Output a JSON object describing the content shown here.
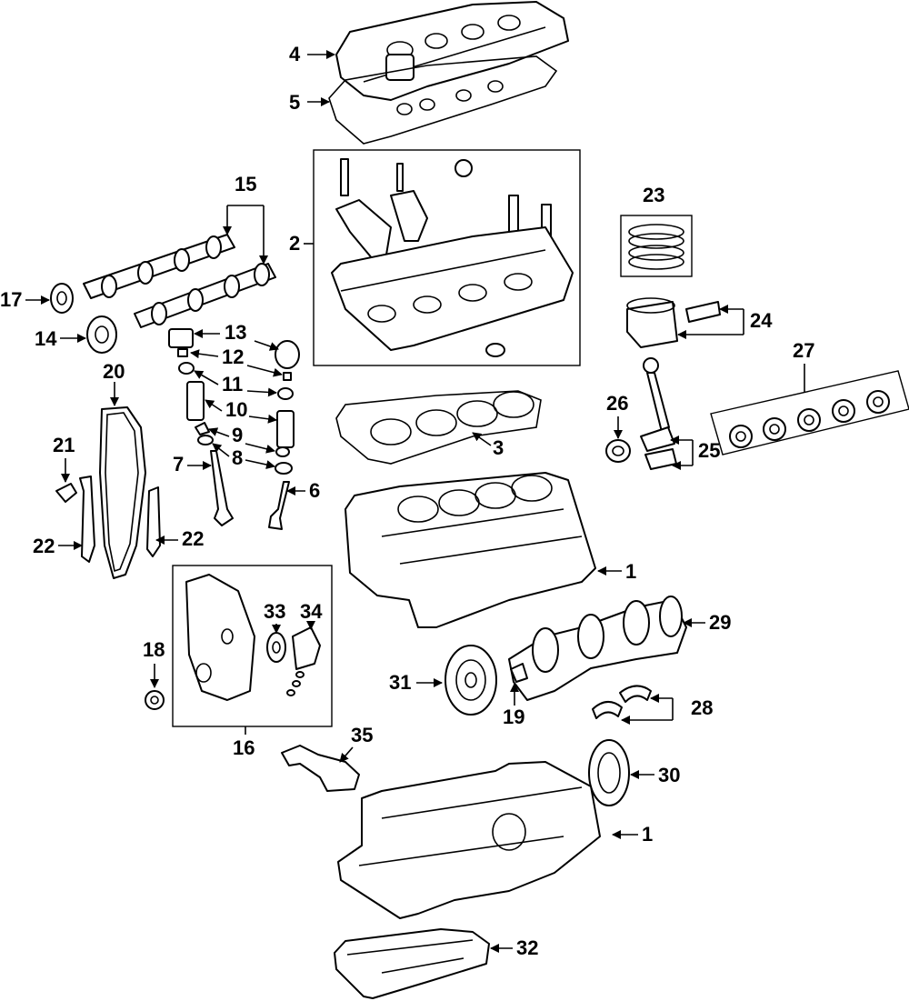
{
  "callouts": {
    "c1a": "1",
    "c1b": "1",
    "c2": "2",
    "c3": "3",
    "c4": "4",
    "c5": "5",
    "c6": "6",
    "c7": "7",
    "c8": "8",
    "c9": "9",
    "c10": "10",
    "c11": "11",
    "c12": "12",
    "c13": "13",
    "c14": "14",
    "c15": "15",
    "c16": "16",
    "c17": "17",
    "c18": "18",
    "c19": "19",
    "c20": "20",
    "c21": "21",
    "c22a": "22",
    "c22b": "22",
    "c23": "23",
    "c24": "24",
    "c25": "25",
    "c26": "26",
    "c27": "27",
    "c28": "28",
    "c29": "29",
    "c30": "30",
    "c31": "31",
    "c32": "32",
    "c33": "33",
    "c34": "34",
    "c35": "35"
  },
  "colors": {
    "line": "#000000",
    "background": "#ffffff",
    "shade": "#d8d8d8"
  }
}
